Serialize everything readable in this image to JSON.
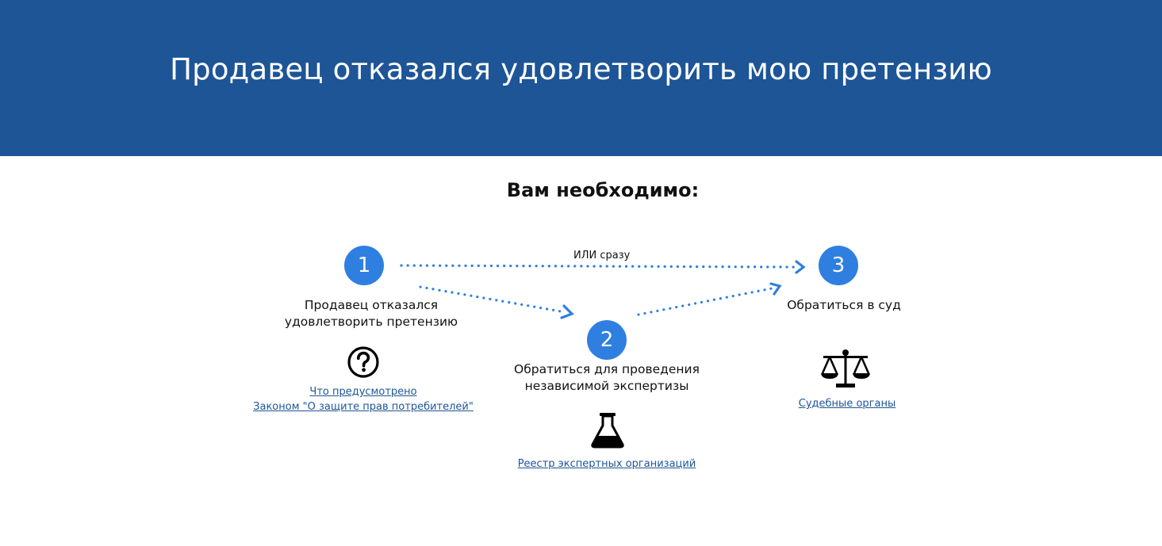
{
  "hero": {
    "title": "Продавец отказался удовлетворить мою претензию",
    "background": "#1d5596"
  },
  "section": {
    "title": "Вам необходимо:"
  },
  "accent_color": "#2f7fe0",
  "flow": {
    "or_label": "ИЛИ сразу"
  },
  "steps": [
    {
      "number": "1",
      "text_line1": "Продавец отказался",
      "text_line2": "удовлетворить претензию",
      "icon": "question-circle-icon",
      "link_line1": "Что предусмотрено",
      "link_line2": "Законом \"О защите прав потребителей\""
    },
    {
      "number": "2",
      "text_line1": "Обратиться для проведения",
      "text_line2": "независимой экспертизы",
      "icon": "flask-icon",
      "link_line1": "Реестр экспертных организаций"
    },
    {
      "number": "3",
      "text_line1": "Обратиться в суд",
      "icon": "scales-icon",
      "link_line1": "Судебные органы"
    }
  ]
}
